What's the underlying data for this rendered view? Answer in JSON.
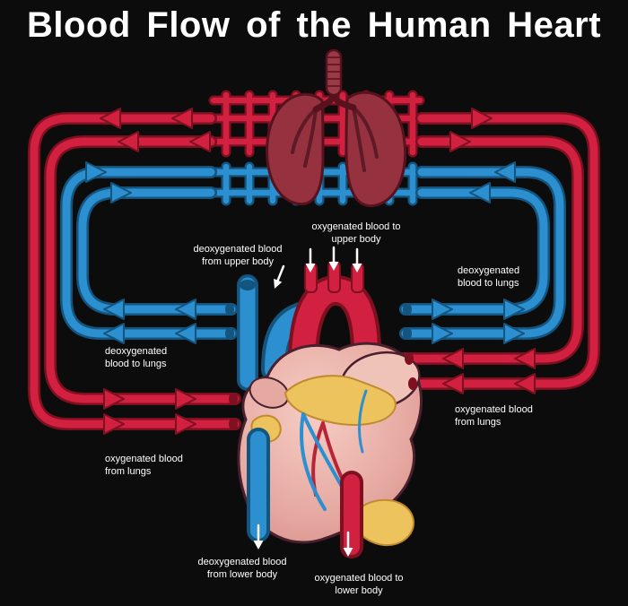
{
  "title": "Blood Flow of the Human Heart",
  "labels": {
    "oxygenated_to_upper_body": "oxygenated blood to upper body",
    "deoxygenated_from_upper_body": "deoxygenated blood from upper body",
    "deoxygenated_to_lungs_right": "deoxygenated blood to lungs",
    "deoxygenated_to_lungs_left": "deoxygenated blood to lungs",
    "oxygenated_from_lungs_right": "oxygenated blood from lungs",
    "oxygenated_from_lungs_left": "oxygenated blood from lungs",
    "deoxygenated_from_lower_body": "deoxygenated blood from lower body",
    "oxygenated_to_lower_body": "oxygenated blood to lower body"
  },
  "palette": {
    "background": "#0c0c0c",
    "oxygenated_red": "#d22040",
    "oxygenated_red_dark": "#7e1020",
    "deoxygenated_blue": "#2b8fd0",
    "deoxygenated_blue_dark": "#14557f",
    "lung_red": "#963140",
    "heart_pink": "#eeb4ad",
    "fat_yellow": "#ecc35c",
    "label_text": "#ffffff"
  }
}
